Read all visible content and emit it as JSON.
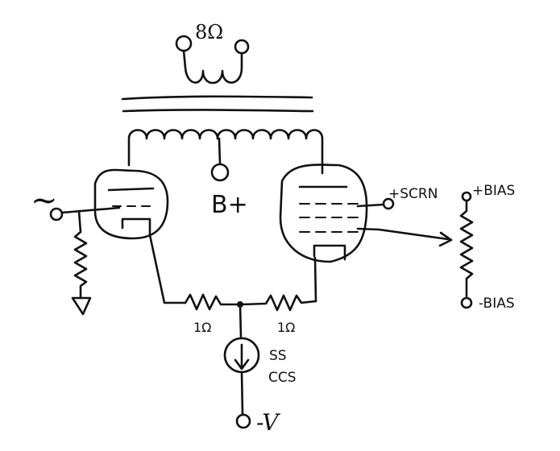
{
  "speaker": {
    "impedance_label": "8Ω"
  },
  "supply": {
    "bplus_label": "B+",
    "neg_label": "-V"
  },
  "input": {
    "signal_symbol": "~"
  },
  "screen": {
    "label": "+SCRN"
  },
  "bias": {
    "pos_label": "+BIAS",
    "neg_label": "-BIAS"
  },
  "cathode_resistors": {
    "left_label": "1Ω",
    "right_label": "1Ω"
  },
  "current_source": {
    "line1": "SS",
    "line2": "CCS"
  },
  "colors": {
    "ink": "#111111",
    "paper": "#ffffff"
  }
}
